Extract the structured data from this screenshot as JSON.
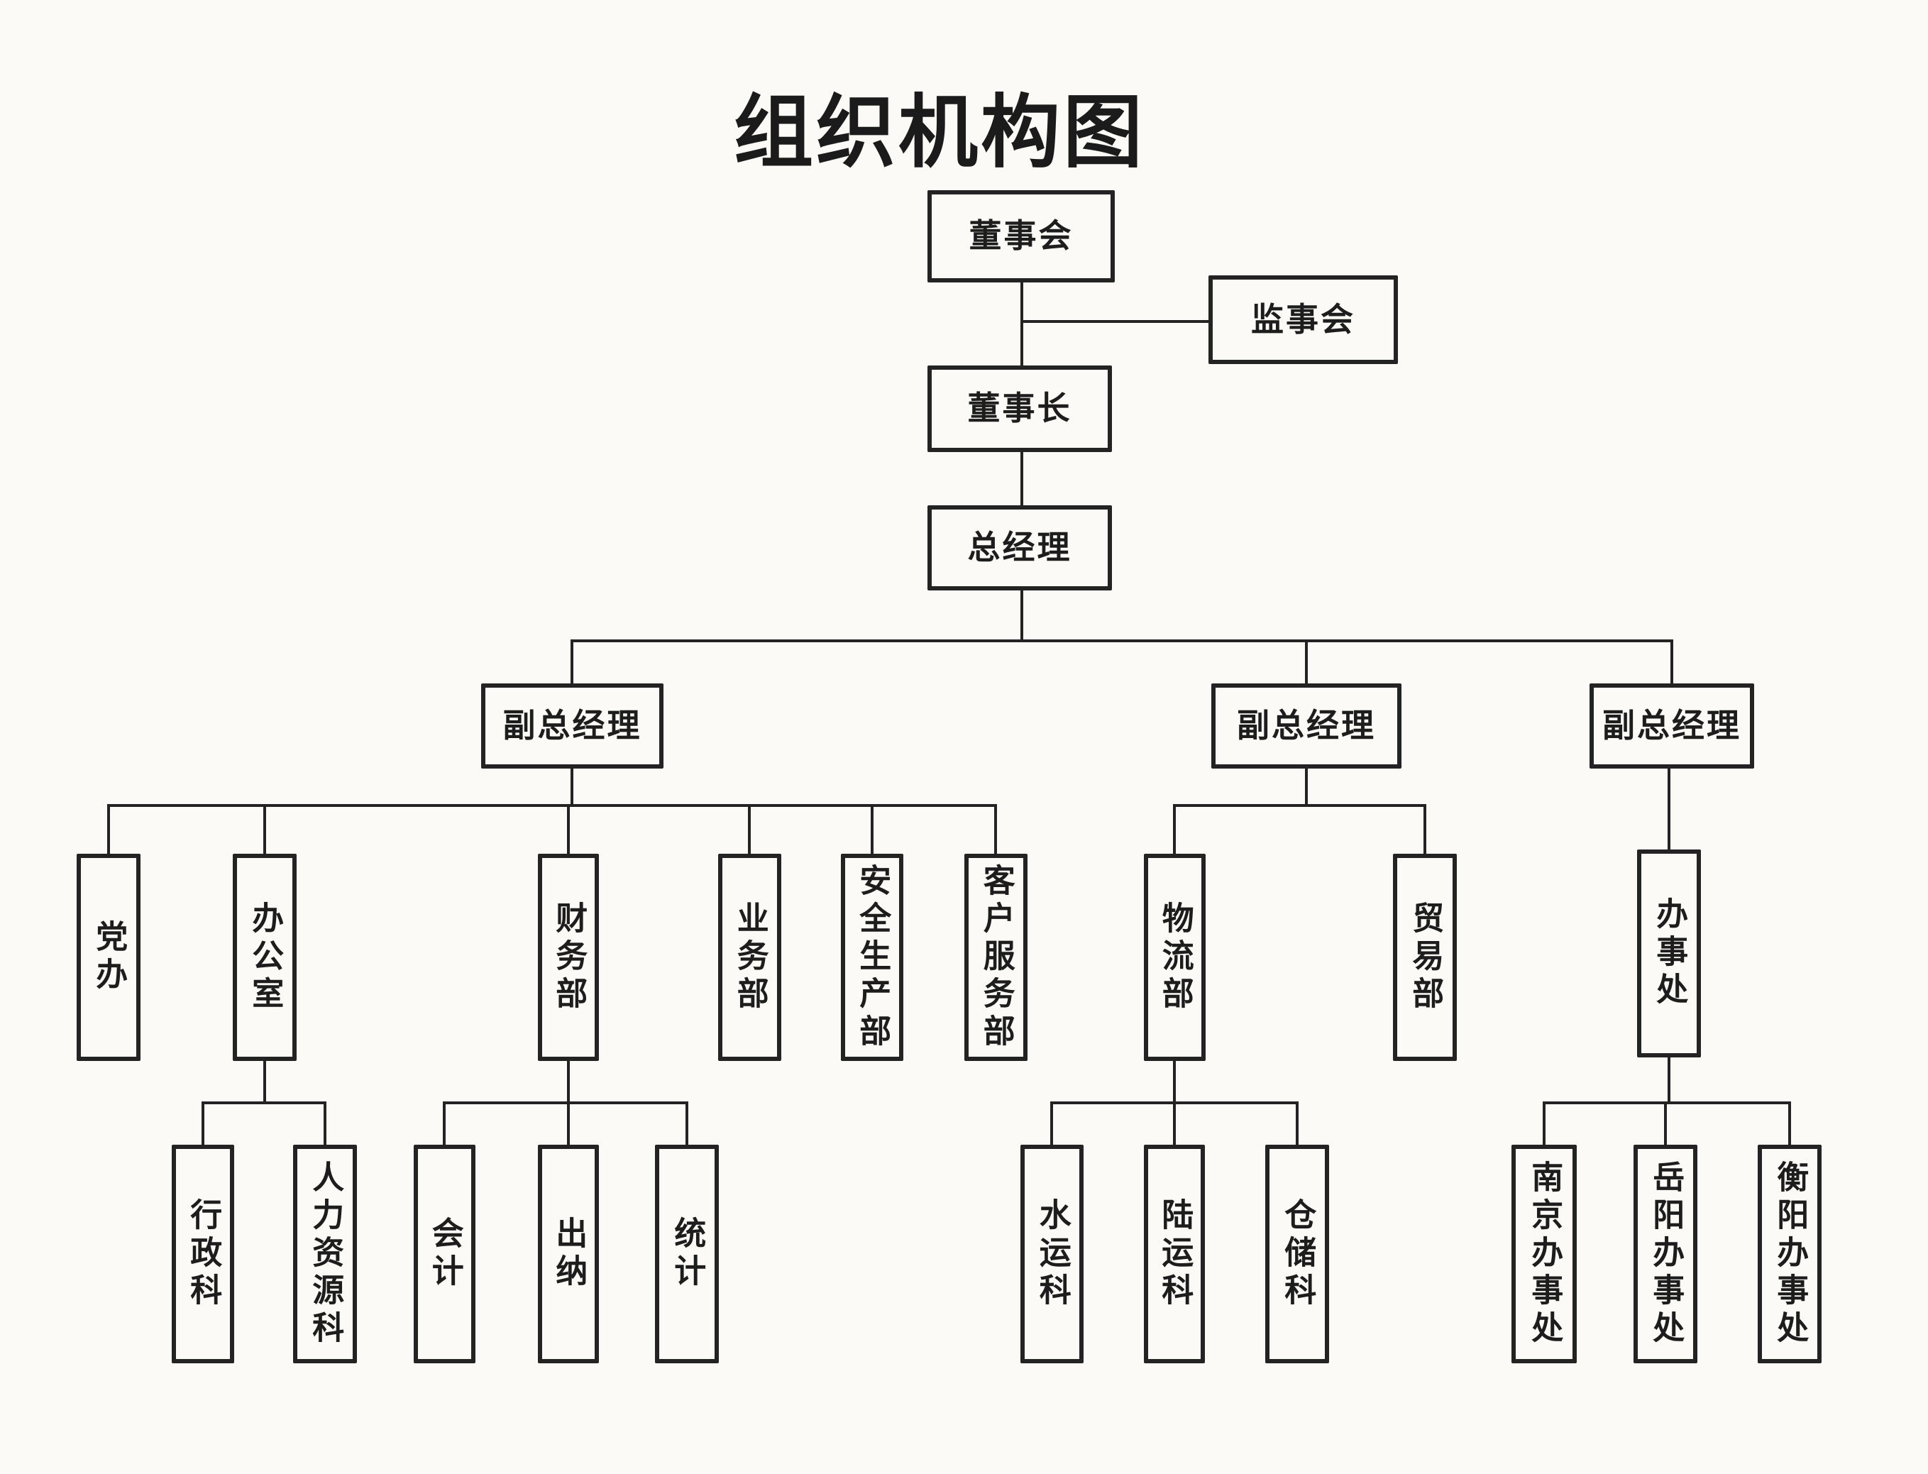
{
  "title": "组织机构图",
  "colors": {
    "ink": "#232323",
    "paper": "#fbfaf6"
  },
  "nodes": {
    "board": "董事会",
    "supervisory": "监事会",
    "chairman": "董事长",
    "gm": "总经理",
    "vgm1": "副总经理",
    "vgm2": "副总经理",
    "vgm3": "副总经理",
    "dangban": "党办",
    "office": "办公室",
    "finance": "财务部",
    "business": "业务部",
    "safety": "安全生产部",
    "customer": "客户服务部",
    "logistics": "物流部",
    "trade": "贸易部",
    "branch": "办事处",
    "admin": "行政科",
    "hr": "人力资源科",
    "accounting": "会计",
    "cashier": "出纳",
    "statistics": "统计",
    "water": "水运科",
    "land": "陆运科",
    "warehouse": "仓储科",
    "nanjing": "南京办事处",
    "yueyang": "岳阳办事处",
    "hengyang": "衡阳办事处"
  },
  "edges": [
    [
      "board",
      "supervisory"
    ],
    [
      "board",
      "chairman"
    ],
    [
      "chairman",
      "gm"
    ],
    [
      "gm",
      "vgm1"
    ],
    [
      "gm",
      "vgm2"
    ],
    [
      "gm",
      "vgm3"
    ],
    [
      "vgm1",
      "dangban"
    ],
    [
      "vgm1",
      "office"
    ],
    [
      "vgm1",
      "finance"
    ],
    [
      "vgm1",
      "business"
    ],
    [
      "vgm1",
      "safety"
    ],
    [
      "vgm1",
      "customer"
    ],
    [
      "vgm2",
      "logistics"
    ],
    [
      "vgm2",
      "trade"
    ],
    [
      "vgm3",
      "branch"
    ],
    [
      "office",
      "admin"
    ],
    [
      "office",
      "hr"
    ],
    [
      "finance",
      "accounting"
    ],
    [
      "finance",
      "cashier"
    ],
    [
      "finance",
      "statistics"
    ],
    [
      "logistics",
      "water"
    ],
    [
      "logistics",
      "land"
    ],
    [
      "logistics",
      "warehouse"
    ],
    [
      "branch",
      "nanjing"
    ],
    [
      "branch",
      "yueyang"
    ],
    [
      "branch",
      "hengyang"
    ]
  ]
}
